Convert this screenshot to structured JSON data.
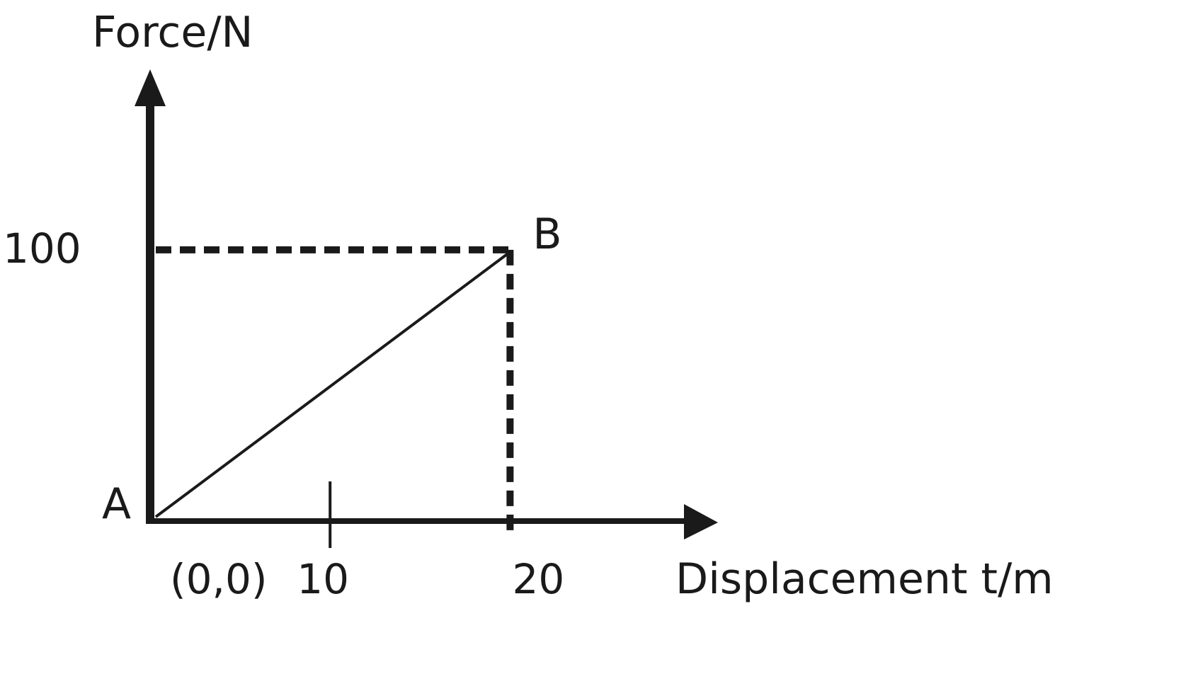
{
  "chart_data": {
    "type": "line",
    "xlabel": "Displacement t/m",
    "ylabel": "Force/N",
    "origin_label": "(0,0)",
    "x_ticks": [
      {
        "value": 10,
        "label": "10"
      },
      {
        "value": 20,
        "label": "20"
      }
    ],
    "y_ticks": [
      {
        "value": 100,
        "label": "100"
      }
    ],
    "points": [
      {
        "name": "A",
        "x": 0,
        "y": 0
      },
      {
        "name": "B",
        "x": 20,
        "y": 100
      }
    ],
    "xlim": [
      0,
      31
    ],
    "ylim": [
      0,
      166
    ],
    "guide_lines": "dashed",
    "grid": false,
    "legend": "none",
    "colors": {
      "ink": "#1a1a1a",
      "background": "#ffffff"
    }
  }
}
